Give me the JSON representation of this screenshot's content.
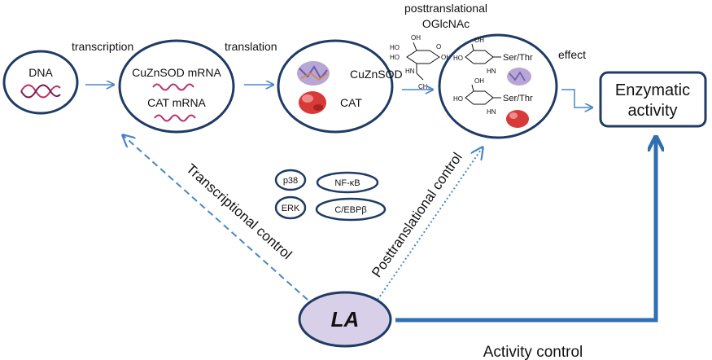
{
  "colors": {
    "navy": "#1f3b66",
    "arrow_blue": "#4a86c8",
    "la_fill": "#d8cfe8",
    "dna_pink": "#b8326e",
    "protein_red": "#d83a3a",
    "protein_purple": "#6a5aa8"
  },
  "steps": {
    "transcription": "transcription",
    "translation": "translation",
    "posttranslational_line1": "posttranslational",
    "posttranslational_line2": "OGlcNAc",
    "effect": "effect"
  },
  "nodes": {
    "dna": "DNA",
    "mrna_1": "CuZnSOD mRNA",
    "mrna_2": "CAT mRNA",
    "protein_1": "CuZnSOD",
    "protein_2": "CAT",
    "modified_1": "Ser/Thr",
    "modified_2": "Ser/Thr",
    "enzymatic_line1": "Enzymatic",
    "enzymatic_line2": "activity",
    "la": "LA"
  },
  "regulators": {
    "p38": "p38",
    "nfkb": "NF-κB",
    "erk": "ERK",
    "cebpb": "C/EBPβ"
  },
  "controls": {
    "transcriptional": "Transcriptional control",
    "posttranslational": "Posttranslational control",
    "activity": "Activity control"
  },
  "chem_labels": {
    "oh": "OH",
    "ho": "HO",
    "o": "O",
    "hn": "HN",
    "ch3": "CH₃"
  }
}
